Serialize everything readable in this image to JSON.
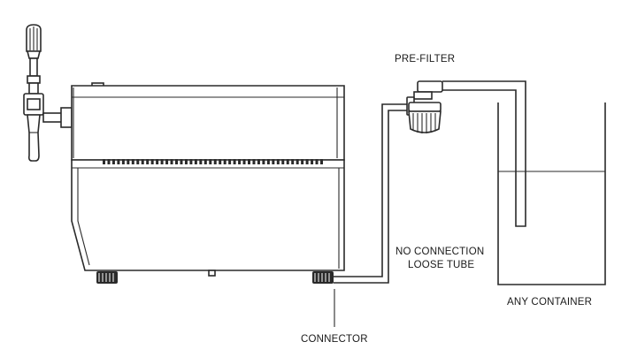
{
  "labels": {
    "pre_filter": "PRE-FILTER",
    "no_connection": "NO CONNECTION",
    "loose_tube": "LOOSE TUBE",
    "any_container": "ANY CONTAINER",
    "connector": "CONNECTOR"
  },
  "grille": {
    "slot_count": 46
  }
}
